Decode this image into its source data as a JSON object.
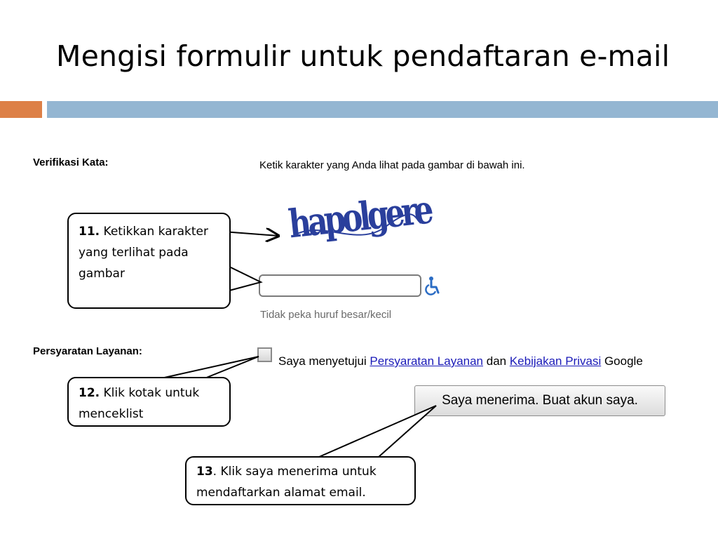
{
  "slide": {
    "title": "Mengisi formulir untuk pendaftaran e-mail"
  },
  "form": {
    "verification_label": "Verifikasi Kata:",
    "verification_instruction": "Ketik karakter yang Anda lihat pada gambar di bawah ini.",
    "captcha_text": "hapolgere",
    "captcha_input_value": "",
    "case_hint": "Tidak peka huruf besar/kecil",
    "tos_label": "Persyaratan Layanan:",
    "tos_prefix": "Saya menyetujui ",
    "tos_link_terms": "Persyaratan Layanan",
    "tos_middle": " dan ",
    "tos_link_privacy": "Kebijakan Privasi",
    "tos_suffix": " Google",
    "accept_button": "Saya menerima. Buat akun saya."
  },
  "callouts": {
    "c11_num": "11.",
    "c11_text": " Ketikkan karakter yang terlihat pada gambar",
    "c12_num": "12.",
    "c12_text": " Klik kotak untuk menceklist",
    "c13_num": "13",
    "c13_text": ". Klik saya menerima untuk mendaftarkan alamat email."
  },
  "colors": {
    "accent_orange": "#dd8047",
    "accent_blue": "#94b6d2",
    "link": "#1a1ab8",
    "captcha": "#2a3f9c",
    "icon_blue": "#2b6cc4"
  },
  "icons": {
    "accessibility": "wheelchair-icon"
  }
}
